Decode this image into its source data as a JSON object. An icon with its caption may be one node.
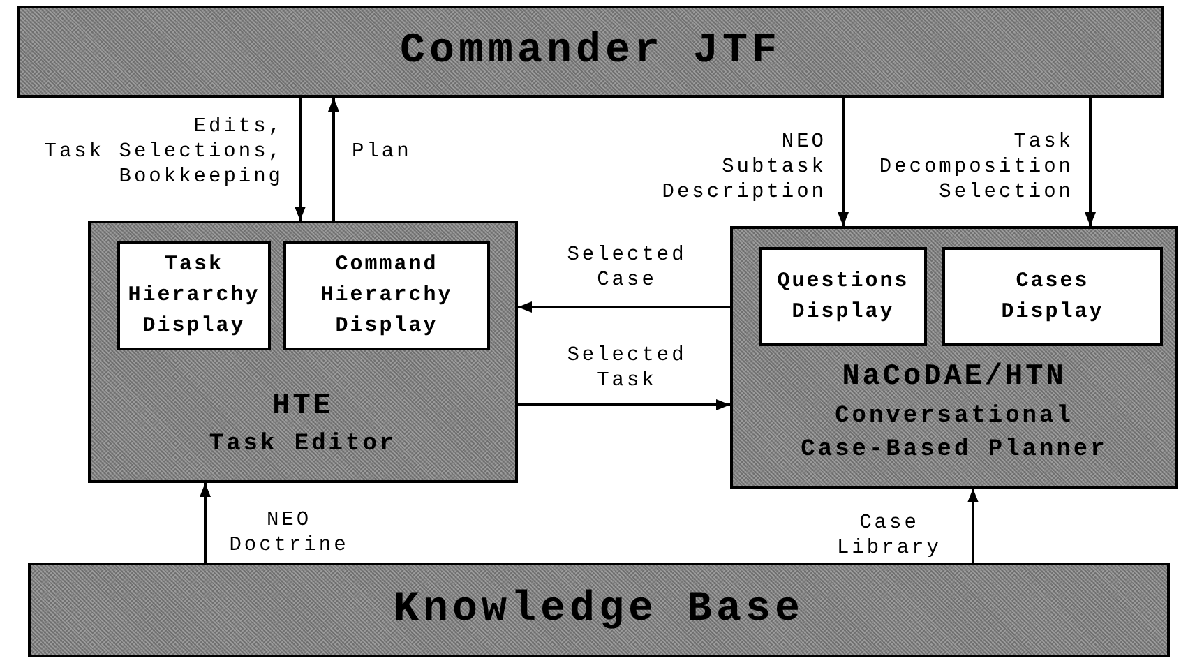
{
  "diagram": {
    "nodes": [
      {
        "text": [
          "Commander JTF"
        ]
      },
      {
        "text": [
          "HTE",
          "Task Editor"
        ]
      },
      {
        "text": [
          "Task Hierarchy Display"
        ],
        "in": 1
      },
      {
        "text": [
          "Command Hierarchy Display"
        ],
        "in": 1
      },
      {
        "text": [
          "NaCoDAE/HTN",
          "Conversational Case-Based Planner"
        ]
      },
      {
        "text": [
          "Questions Display"
        ],
        "in": 4
      },
      {
        "text": [
          "Cases Display"
        ],
        "in": 4
      },
      {
        "text": [
          "Knowledge Base"
        ]
      }
    ],
    "edges": [
      {
        "from": 0,
        "to": 1,
        "arrow": "to",
        "label": "Edits, Task Selections, Bookkeeping"
      },
      {
        "from": 1,
        "to": 0,
        "arrow": "to",
        "label": "Plan"
      },
      {
        "from": 0,
        "to": 4,
        "arrow": "to",
        "label": "NEO Subtask Description"
      },
      {
        "from": 0,
        "to": 4,
        "arrow": "to",
        "label": "Task Decomposition Selection"
      },
      {
        "from": 4,
        "to": 1,
        "arrow": "to",
        "label": "Selected Case"
      },
      {
        "from": 1,
        "to": 4,
        "arrow": "to",
        "label": "Selected Task"
      },
      {
        "from": 7,
        "to": 1,
        "arrow": "to",
        "label": "NEO Doctrine"
      },
      {
        "from": 7,
        "to": 4,
        "arrow": "to",
        "label": "Case Library"
      }
    ]
  }
}
